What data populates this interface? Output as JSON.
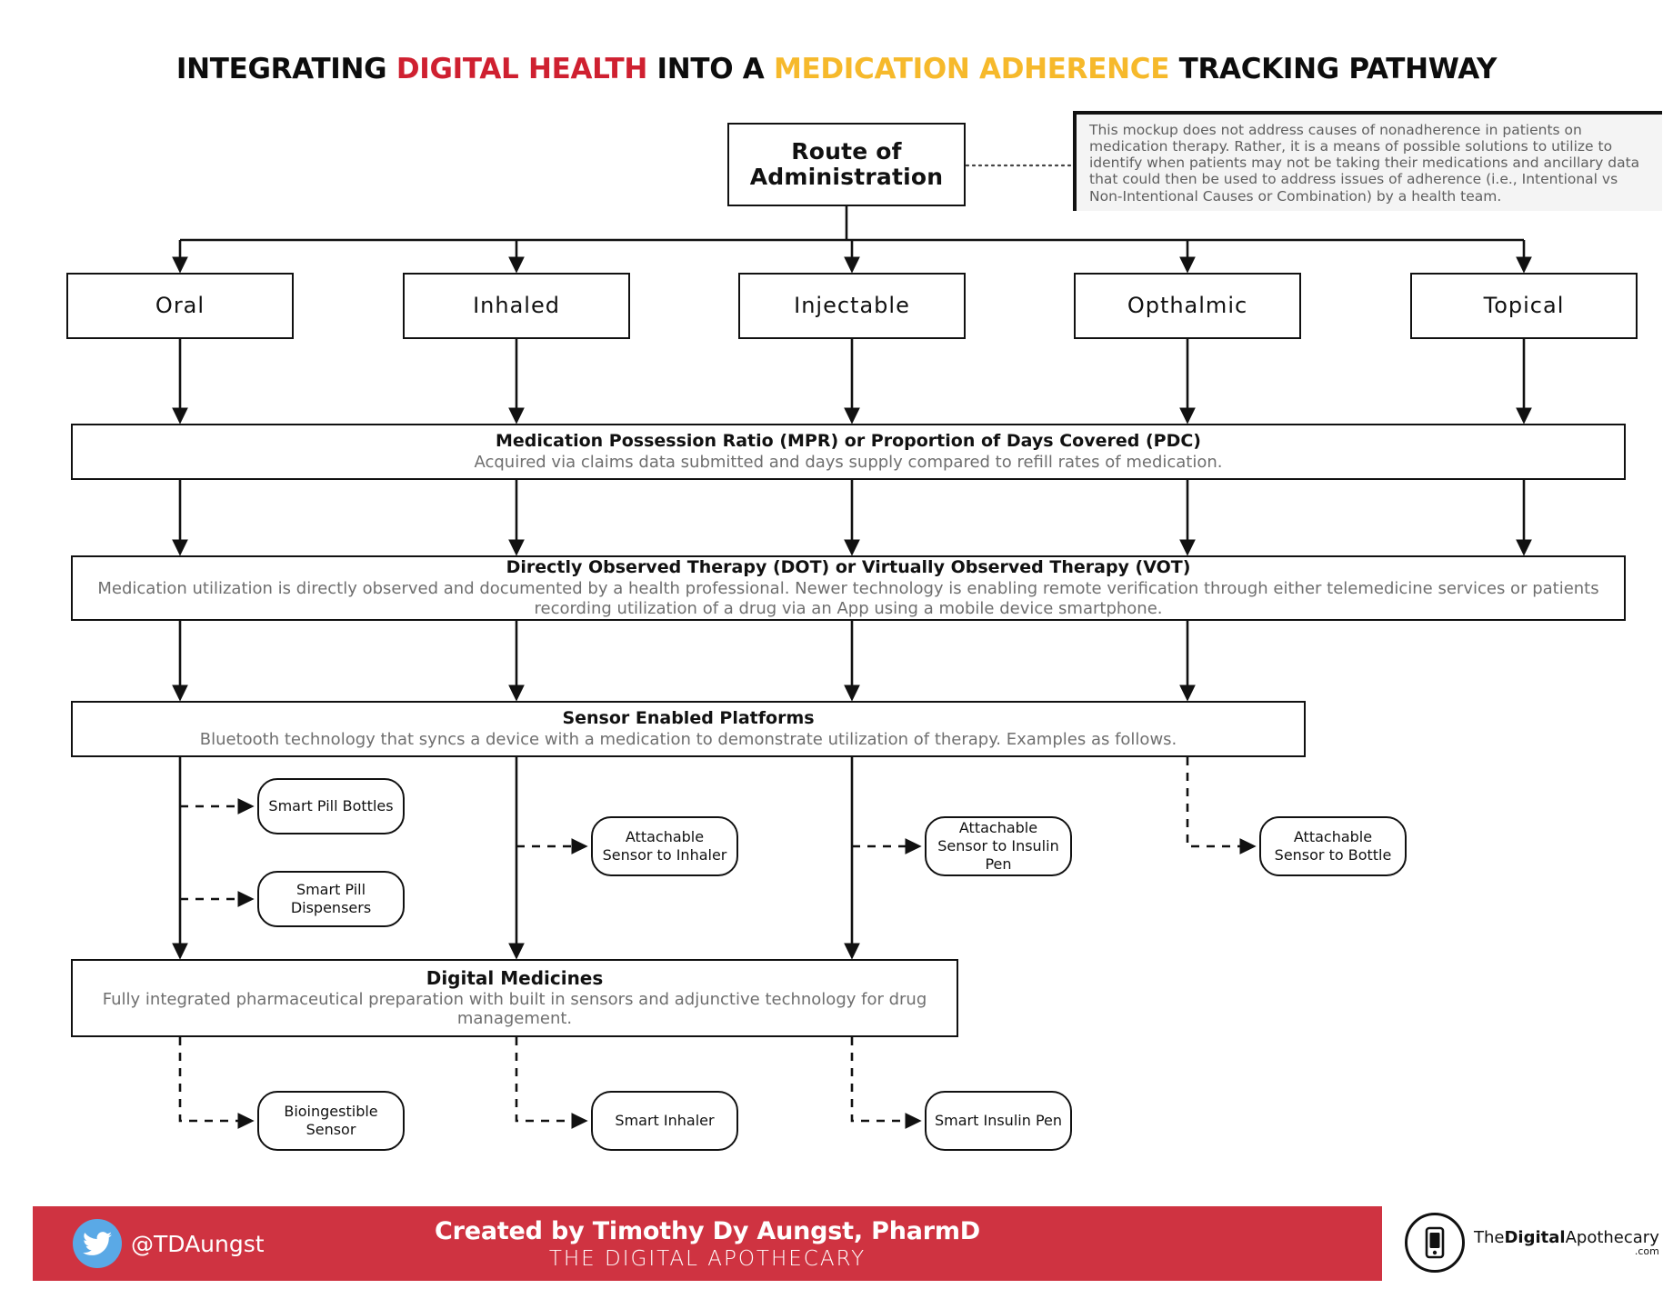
{
  "title": {
    "part1": "INTEGRATING ",
    "part2": "DIGITAL HEALTH",
    "part3": " INTO A ",
    "part4": "MEDICATION ADHERENCE",
    "part5": " TRACKING PATHWAY"
  },
  "colors": {
    "red": "#cf2030",
    "yellow": "#f6b92b",
    "footer_red": "#cf3341",
    "twitter_blue": "#5aa9e6",
    "subtext_gray": "#6f6f6f",
    "note_bg": "#f4f4f4",
    "line_black": "#111111"
  },
  "note": {
    "text": "This mockup does not address causes of nonadherence in patients on medication therapy. Rather, it is a means of possible solutions to utilize to identify when patients may not be taking their medications and ancillary data that could then be used to address issues of adherence (i.e., Intentional vs Non-Intentional Causes or Combination) by a health team."
  },
  "root": {
    "label_line1": "Route of",
    "label_line2": "Administration"
  },
  "routes": [
    {
      "label": "Oral"
    },
    {
      "label": "Inhaled"
    },
    {
      "label": "Injectable"
    },
    {
      "label": "Opthalmic"
    },
    {
      "label": "Topical"
    }
  ],
  "stages": {
    "mpr": {
      "heading": "Medication Possession Ratio (MPR) or Proportion of Days Covered (PDC)",
      "body": "Acquired via claims data submitted and days supply compared to refill rates of medication."
    },
    "dot": {
      "heading": "Directly Observed Therapy (DOT) or Virtually Observed Therapy (VOT)",
      "body": "Medication utilization is directly observed and documented by a health professional. Newer technology is enabling remote verification through either telemedicine services or patients recording utilization of a drug via an App using a mobile device smartphone."
    },
    "sensor": {
      "heading": "Sensor Enabled Platforms",
      "body": "Bluetooth technology that syncs a device with a medication to demonstrate utilization of therapy. Examples as follows."
    },
    "digital": {
      "heading": "Digital Medicines",
      "body": "Fully integrated pharmaceutical preparation with built in sensors and adjunctive technology for drug management."
    }
  },
  "sensor_examples": [
    {
      "label": "Smart Pill Bottles"
    },
    {
      "label": "Smart Pill Dispensers"
    },
    {
      "label": "Attachable Sensor to Inhaler"
    },
    {
      "label": "Attachable Sensor to Insulin Pen"
    },
    {
      "label": "Attachable Sensor to Bottle"
    }
  ],
  "digital_examples": [
    {
      "label": "Bioingestible Sensor"
    },
    {
      "label": "Smart Inhaler"
    },
    {
      "label": "Smart Insulin Pen"
    }
  ],
  "footer": {
    "twitter_handle": "@TDAungst",
    "credit": "Created by Timothy Dy Aungst, PharmD",
    "brand": "THE DIGITAL APOTHECARY",
    "logo_pre": "The",
    "logo_bold1": "Digital",
    "logo_mid": "Apothecary",
    "logo_tld": ".com"
  }
}
